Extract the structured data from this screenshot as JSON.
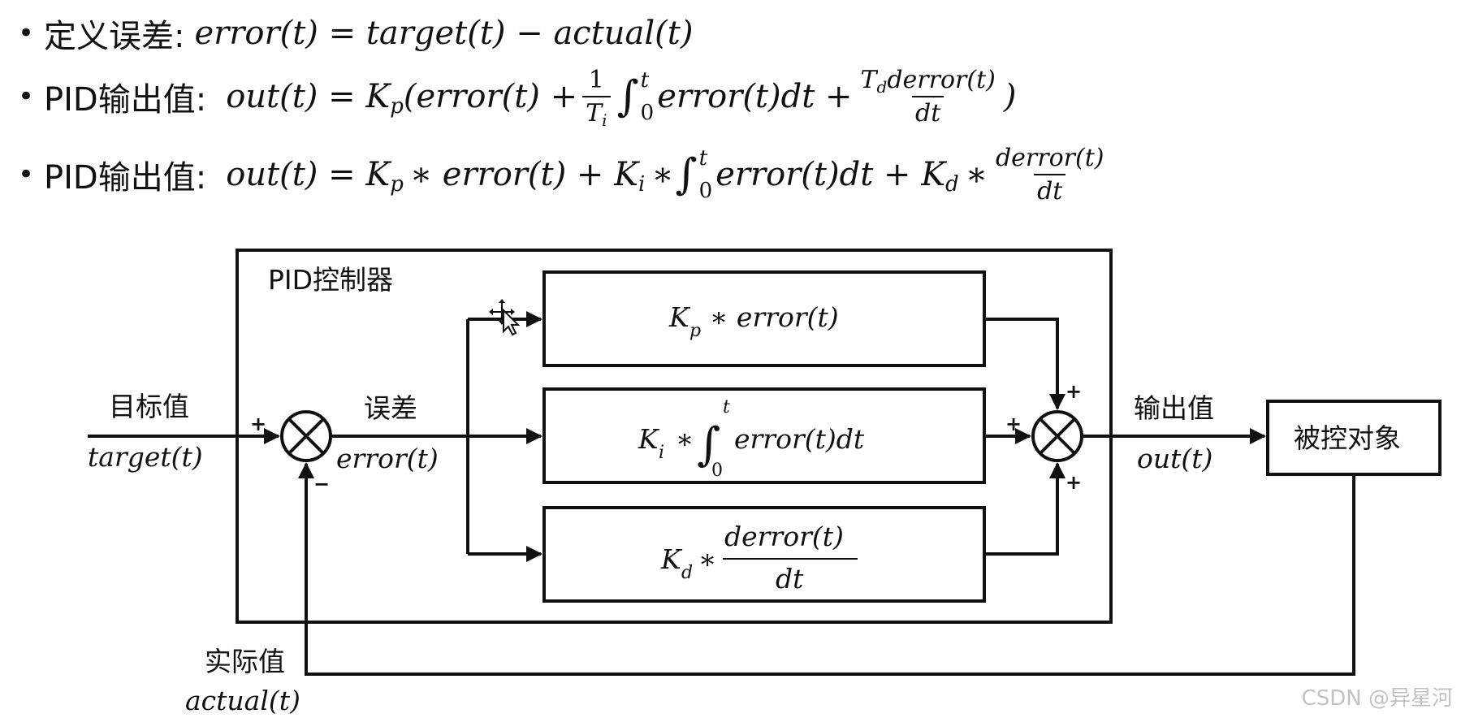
{
  "equations": {
    "eq1": {
      "label": "定义误差:",
      "formula": "error(t) = target(t) − actual(t)"
    },
    "eq2": {
      "label": "PID输出值:",
      "lhs": "out(t) = K",
      "lhs_sub": "p",
      "paren_open": "(error(t) +",
      "frac1_num": "1",
      "frac1_den": "T",
      "frac1_den_sub": "i",
      "int_sign": "∫",
      "int_upper": "t",
      "int_lower": "0",
      "int_body": "error(t)dt +",
      "frac2_num": "T",
      "frac2_num_sub": "d",
      "frac2_num_rest": "derror(t)",
      "frac2_den": "dt",
      "paren_close": ")"
    },
    "eq3": {
      "label": "PID输出值:",
      "lhs": "out(t) = K",
      "lhs_sub": "p",
      "part1": "∗ error(t) + K",
      "part1_sub": "i",
      "part2": "∗",
      "int_sign": "∫",
      "int_upper": "t",
      "int_lower": "0",
      "int_body": "error(t)dt + K",
      "int_body_sub": "d",
      "part3": "∗",
      "frac_num": "derror(t)",
      "frac_den": "dt"
    }
  },
  "diagram": {
    "controller_title": "PID控制器",
    "target_label": "目标值",
    "target_math": "target(t)",
    "error_label": "误差",
    "error_math": "error(t)",
    "output_label": "输出值",
    "output_math": "out(t)",
    "actual_label": "实际值",
    "actual_math": "actual(t)",
    "plant_label": "被控对象",
    "p_block": {
      "k": "K",
      "k_sub": "p",
      "rest": "∗ error(t)"
    },
    "i_block": {
      "k": "K",
      "k_sub": "i",
      "star": "∗",
      "int_sign": "∫",
      "upper": "t",
      "lower": "0",
      "rest": "error(t)dt"
    },
    "d_block": {
      "k": "K",
      "k_sub": "d",
      "star": "∗",
      "num": "derror(t)",
      "den": "dt"
    },
    "signs": {
      "sum1_plus": "+",
      "sum1_minus": "−",
      "sum2_top": "+",
      "sum2_left": "+",
      "sum2_bottom": "+"
    }
  },
  "watermark": "CSDN @异星河"
}
